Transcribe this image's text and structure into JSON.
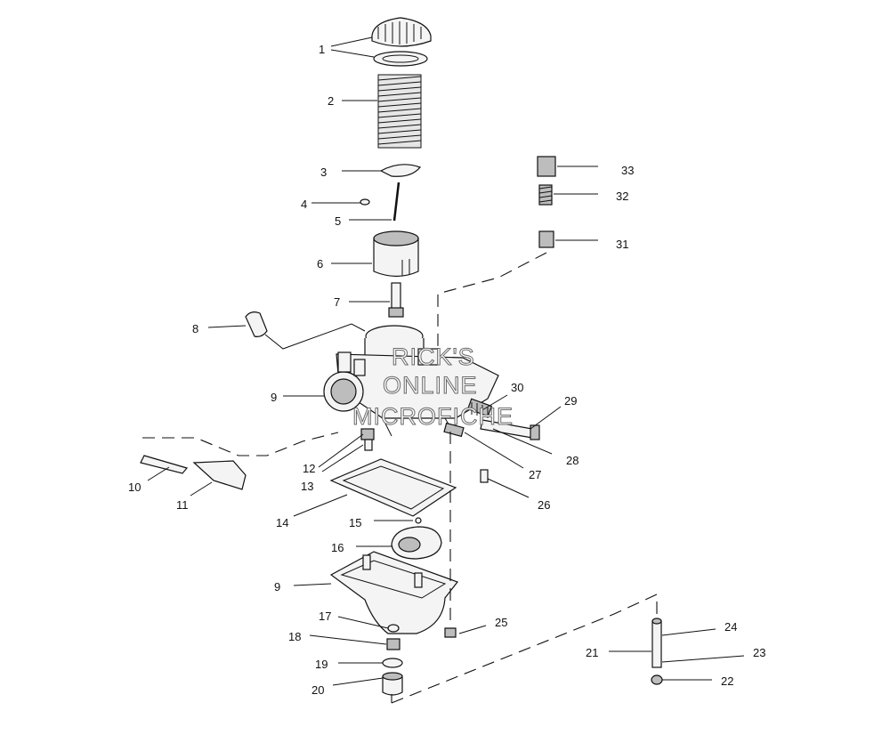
{
  "diagram": {
    "callouts": [
      "1",
      "2",
      "3",
      "4",
      "5",
      "6",
      "7",
      "8",
      "9",
      "10",
      "11",
      "12",
      "13",
      "14",
      "15",
      "16",
      "9",
      "17",
      "18",
      "19",
      "20",
      "21",
      "22",
      "23",
      "24",
      "25",
      "26",
      "27",
      "28",
      "29",
      "30",
      "31",
      "32",
      "33"
    ],
    "watermark": [
      "RICK'S",
      "ONLINE",
      "MICROFICHE"
    ]
  },
  "colors": {
    "line": "#111111",
    "fill": "#f4f4f4",
    "shade": "#bdbdbd",
    "background": "#ffffff"
  }
}
